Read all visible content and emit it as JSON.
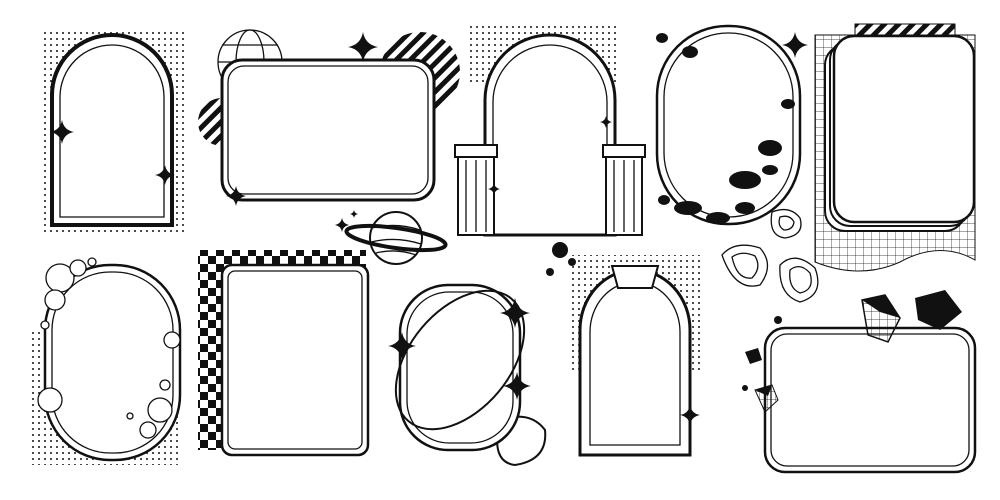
{
  "colors": {
    "ink": "#111111",
    "paper": "#ffffff"
  },
  "icons": [
    "sparkle-icon",
    "planet-icon",
    "globe-icon",
    "crystal-icon"
  ],
  "frames": [
    {
      "name": "arch-frame"
    },
    {
      "name": "rounded-rect-frame"
    },
    {
      "name": "column-arch-frame"
    },
    {
      "name": "pill-frame-with-blobs"
    },
    {
      "name": "stacked-rect-frame-with-grid"
    },
    {
      "name": "bubble-pill-frame"
    },
    {
      "name": "checker-rect-frame"
    },
    {
      "name": "orbit-frame"
    },
    {
      "name": "keystone-arch-frame"
    },
    {
      "name": "crystal-rect-frame"
    }
  ]
}
